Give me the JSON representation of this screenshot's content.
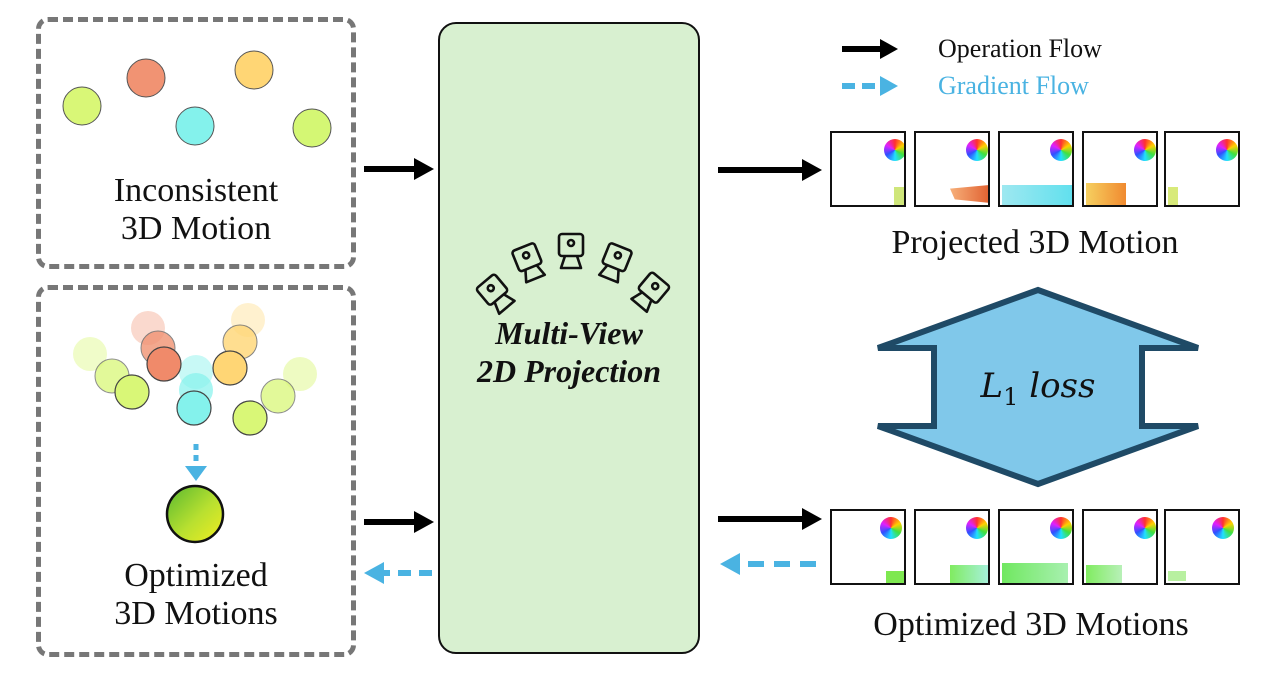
{
  "legend": {
    "operation_label": "Operation Flow",
    "gradient_label": "Gradient Flow",
    "operation_color": "#000000",
    "gradient_color": "#4ab3e2"
  },
  "inconsistent_panel": {
    "line1": "Inconsistent",
    "line2": "3D Motion",
    "balls": [
      {
        "color": "#d9f777",
        "label": "lime"
      },
      {
        "color": "#f19373",
        "label": "orange"
      },
      {
        "color": "#ffd675",
        "label": "yellow"
      },
      {
        "color": "#84f2ec",
        "label": "cyan"
      },
      {
        "color": "#d4f774",
        "label": "lime"
      }
    ]
  },
  "optimized_panel": {
    "line1": "Optimized",
    "line2": "3D Motions"
  },
  "projection_block": {
    "line1": "Multi-View",
    "line2": "2D Projection",
    "background": "#d8f0d0",
    "camera_icons": [
      "camera-icon",
      "camera-icon",
      "camera-icon",
      "camera-icon",
      "camera-icon"
    ]
  },
  "projected_motion": {
    "label": "Projected 3D Motion",
    "frames": 5
  },
  "optimized_motion": {
    "label": "Optimized 3D Motions",
    "frames": 5
  },
  "loss": {
    "symbol": "L",
    "subscript": "1",
    "word": "loss",
    "fill": "#80c8ea",
    "stroke": "#1f4a66"
  }
}
